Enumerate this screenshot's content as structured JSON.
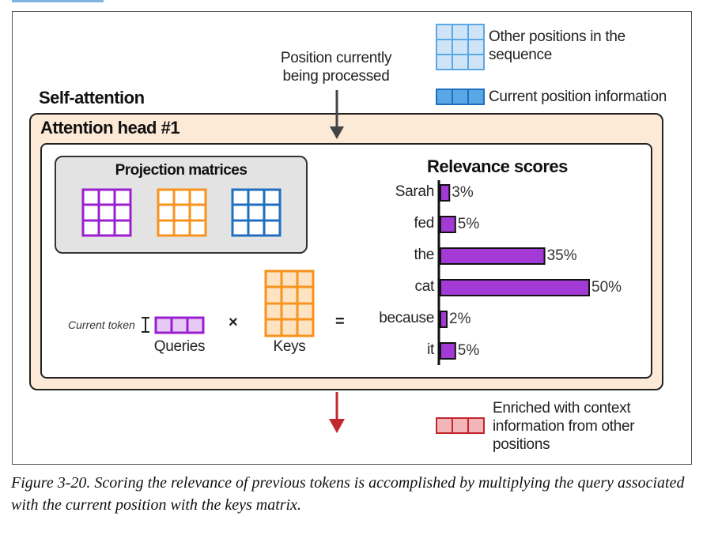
{
  "diagram": {
    "self_attention_label": "Self-attention",
    "attention_head_label": "Attention head #1",
    "position_processed_label": [
      "Position currently",
      "being processed"
    ],
    "projection_matrices_label": "Projection matrices",
    "relevance_scores_title": "Relevance scores",
    "current_token_label": "Current token",
    "queries_label": "Queries",
    "keys_label": "Keys",
    "multiply_symbol": "×",
    "equals_symbol": "=",
    "colors": {
      "purple": "#9b1fd1",
      "purple_light": "#e7c9f5",
      "orange": "#f7931e",
      "orange_light": "#fde3c2",
      "blue": "#1f6fc0",
      "light_blue": "#5aa7e6",
      "red": "#c1272d",
      "red_light": "#f2b6b8",
      "bar_fill": "#a43ad6",
      "head_bg": "#fce9d6"
    }
  },
  "legend": {
    "other_positions": [
      "Other positions in the",
      "sequence"
    ],
    "current_position": "Current position information",
    "enriched": [
      "Enriched with context",
      "information from other",
      "positions"
    ]
  },
  "chart_data": {
    "type": "bar",
    "title": "Relevance scores",
    "categories": [
      "Sarah",
      "fed",
      "the",
      "cat",
      "because",
      "it"
    ],
    "values": [
      3,
      5,
      35,
      50,
      2,
      5
    ],
    "value_labels": [
      "3%",
      "5%",
      "35%",
      "50%",
      "2%",
      "5%"
    ]
  },
  "caption": {
    "text": "Figure 3-20. Scoring the relevance of previous tokens is accomplished by multiplying the query associated with the current position with the keys matrix."
  }
}
